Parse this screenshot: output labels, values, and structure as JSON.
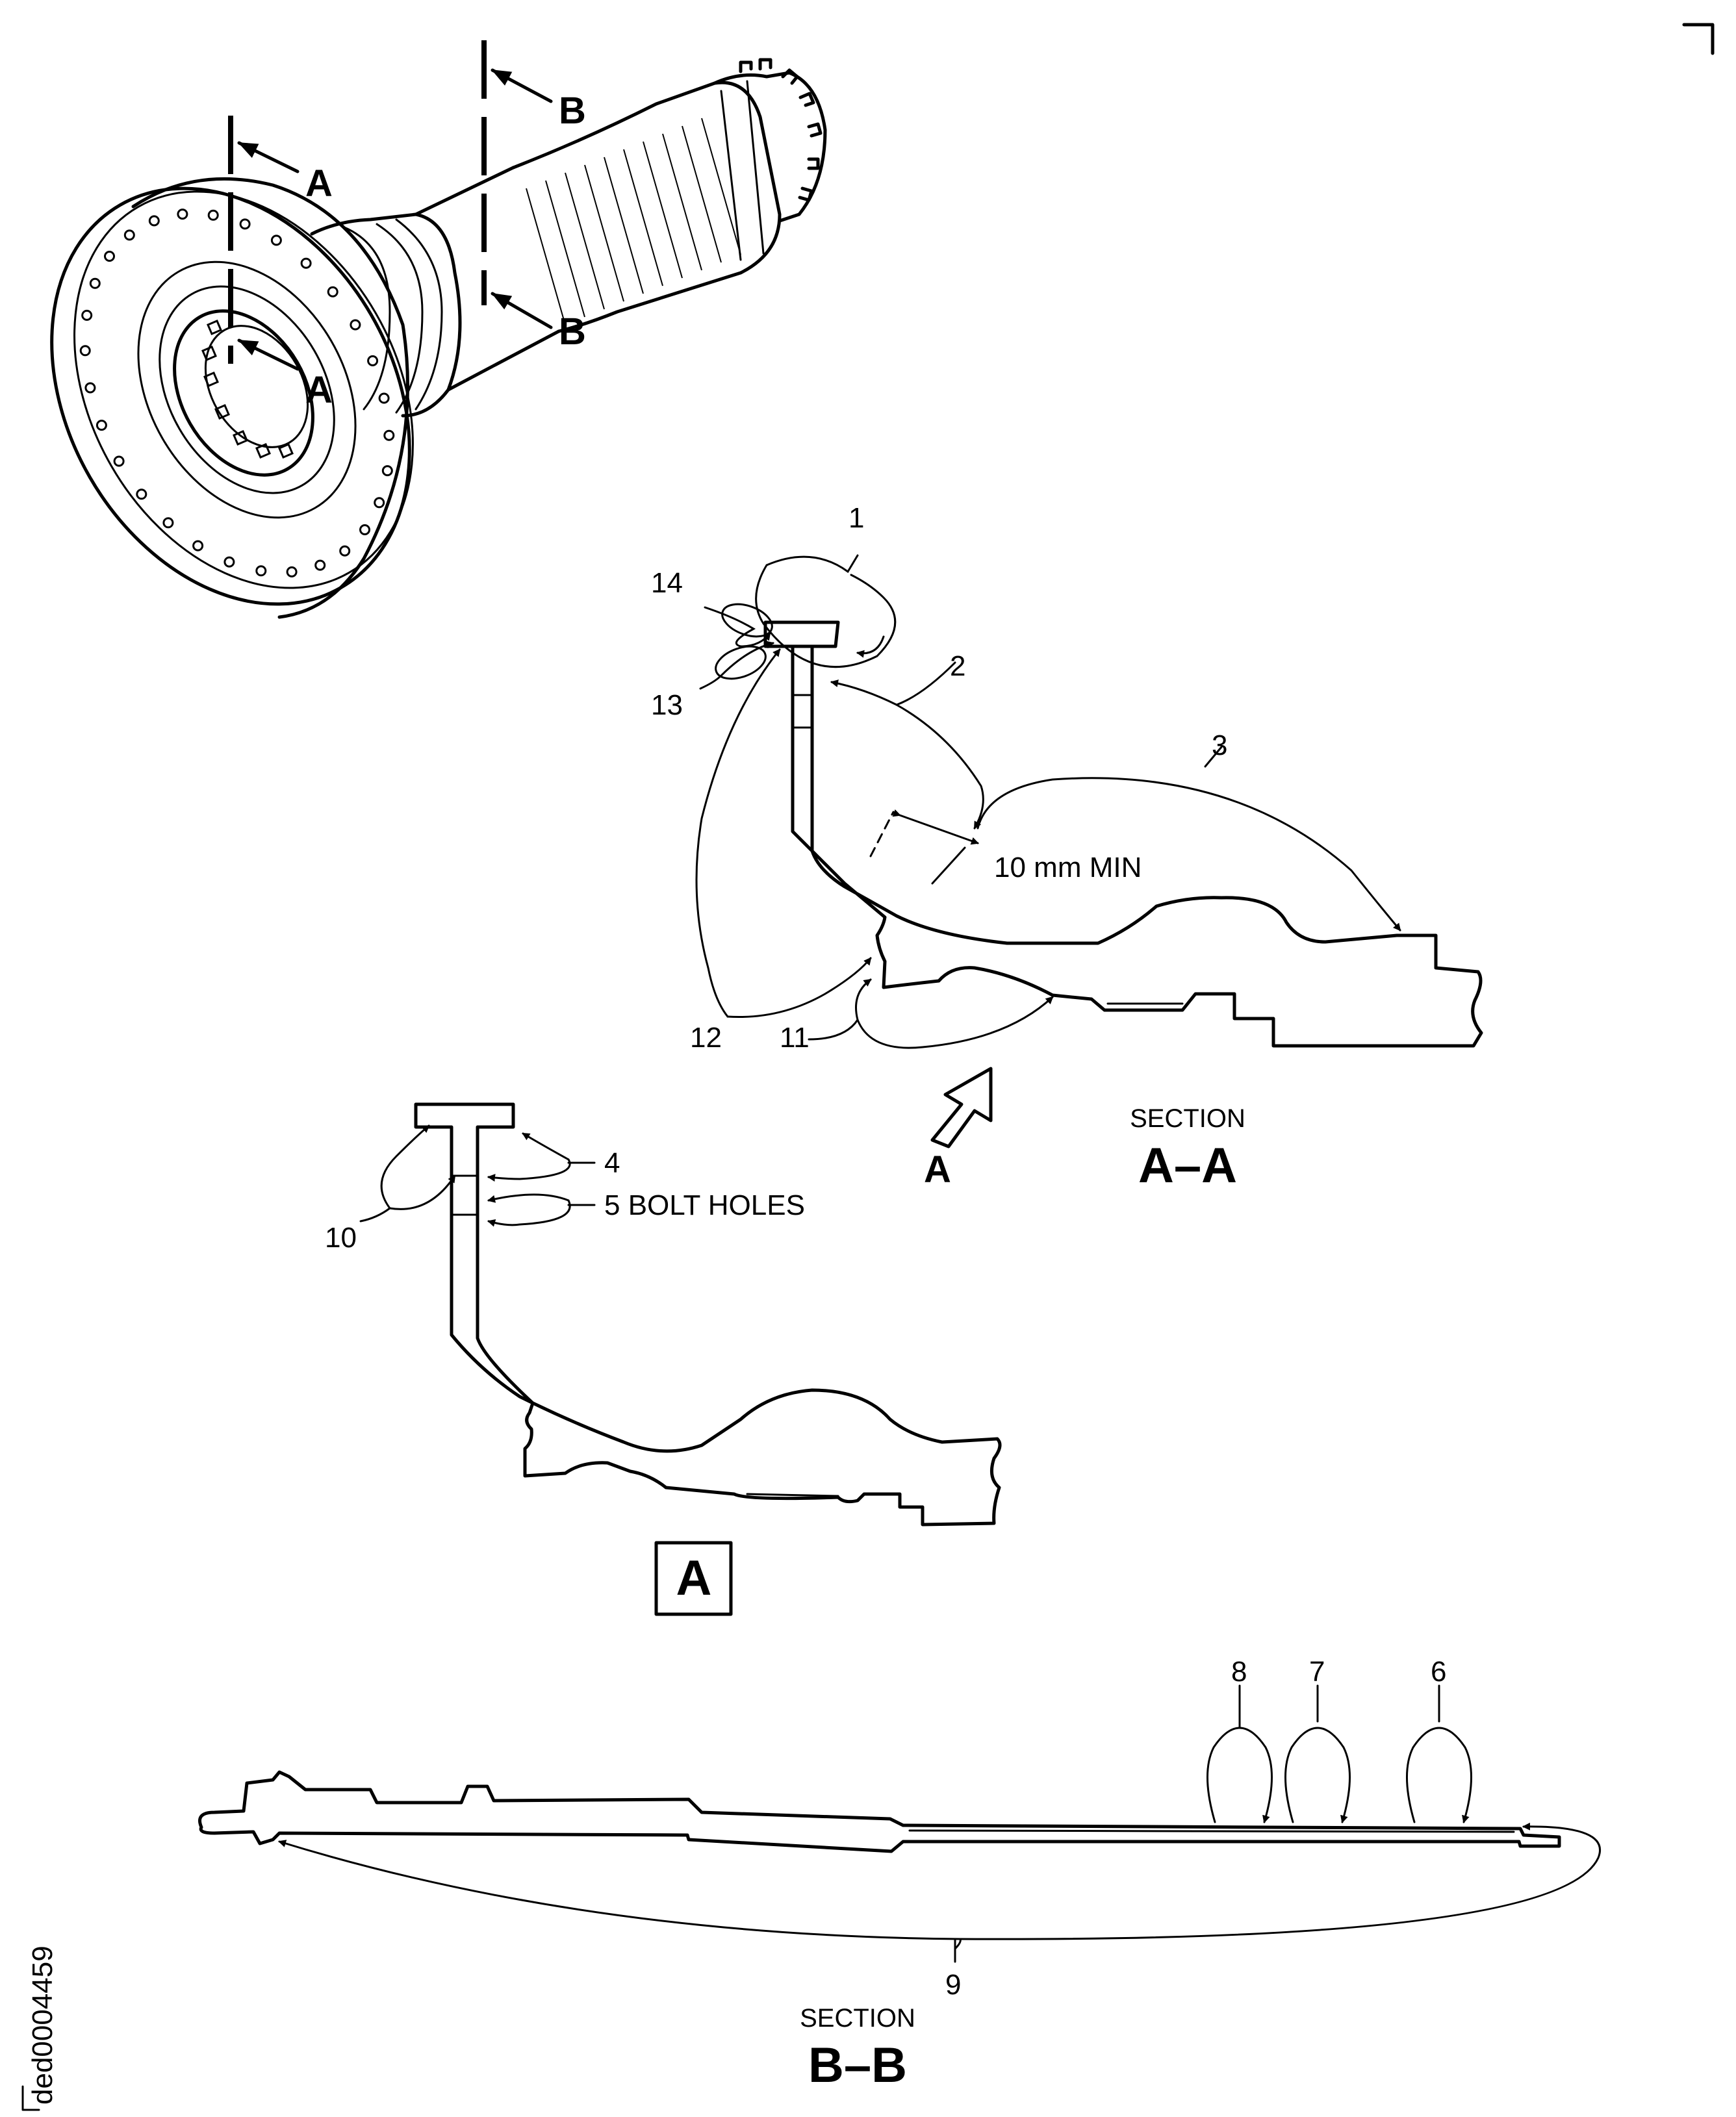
{
  "view_labels": {
    "cut_a_top": "A",
    "cut_a_bottom": "A",
    "cut_b_top": "B",
    "cut_b_bottom": "B",
    "view_arrow": "A",
    "detail_box": "A"
  },
  "section_aa": {
    "caption": "SECTION",
    "name": "A–A"
  },
  "section_bb": {
    "caption": "SECTION",
    "name": "B–B"
  },
  "callouts": {
    "c1": "1",
    "c2": "2",
    "c3": "3",
    "c4": "4",
    "c5": "5 BOLT HOLES",
    "c6": "6",
    "c7": "7",
    "c8": "8",
    "c9": "9",
    "c10": "10",
    "c11": "11",
    "c12": "12",
    "c13": "13",
    "c14": "14"
  },
  "dimension": "10 mm MIN",
  "figure_id": "ded0004459"
}
